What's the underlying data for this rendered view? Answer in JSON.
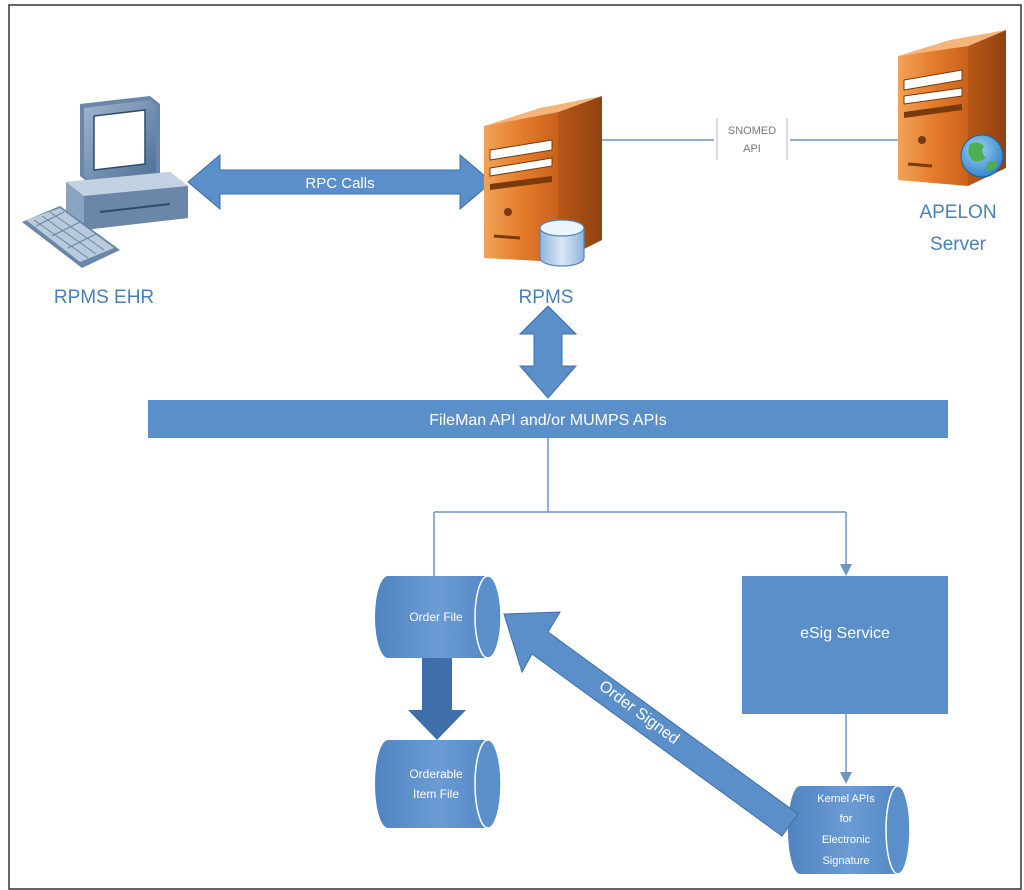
{
  "nodes": {
    "ehr": {
      "label": "RPMS EHR",
      "icon": "computer-icon"
    },
    "rpms": {
      "label": "RPMS",
      "icon": "server-database-icon"
    },
    "apelon": {
      "label_line1": "APELON",
      "label_line2": "Server",
      "icon": "server-globe-icon"
    },
    "order_file": {
      "label": "Order File"
    },
    "orderable_item_file": {
      "label_line1": "Orderable",
      "label_line2": "Item File"
    },
    "esig_service": {
      "label": "eSig Service"
    },
    "kernel_apis": {
      "label_line1": "Kernel APIs",
      "label_line2": "for",
      "label_line3": "Electronic",
      "label_line4": "Signature"
    }
  },
  "connectors": {
    "rpc_calls": "RPC Calls",
    "snomed_api_line1": "SNOMED",
    "snomed_api_line2": "API",
    "order_signed": "Order Signed"
  },
  "fileman_bar": {
    "label": "FileMan API and/or MUMPS APIs"
  },
  "colors": {
    "accent_blue": "#5b8fc9",
    "dark_blue": "#3e6fa8",
    "label_blue": "#4a7fb8",
    "server_orange": "#e57c2c",
    "line": "#6c95c4",
    "frame": "#333333"
  }
}
